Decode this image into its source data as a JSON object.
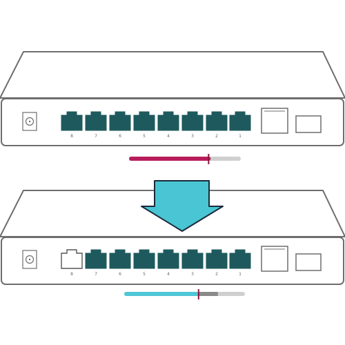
{
  "top_device": {
    "port_labels": [
      "8",
      "7",
      "6",
      "5",
      "4",
      "3",
      "2",
      "1"
    ],
    "highlighted_port": null,
    "cable_progress": 0.72
  },
  "bottom_device": {
    "port_labels": [
      "8",
      "7",
      "6",
      "5",
      "4",
      "3",
      "2",
      "1"
    ],
    "highlighted_port": "8",
    "cable_progress": 0.62
  },
  "colors": {
    "port_fill": "#1e5a5d",
    "outline": "#6d6d6d",
    "arrow_fill": "#49c5d3",
    "arrow_stroke": "#1a2a3a",
    "top_cable": "#b71c5c",
    "bottom_cable": "#4ec7d6",
    "track": "#cfcfcf",
    "marker": "#8b1538"
  },
  "arrow": {
    "direction": "down"
  }
}
